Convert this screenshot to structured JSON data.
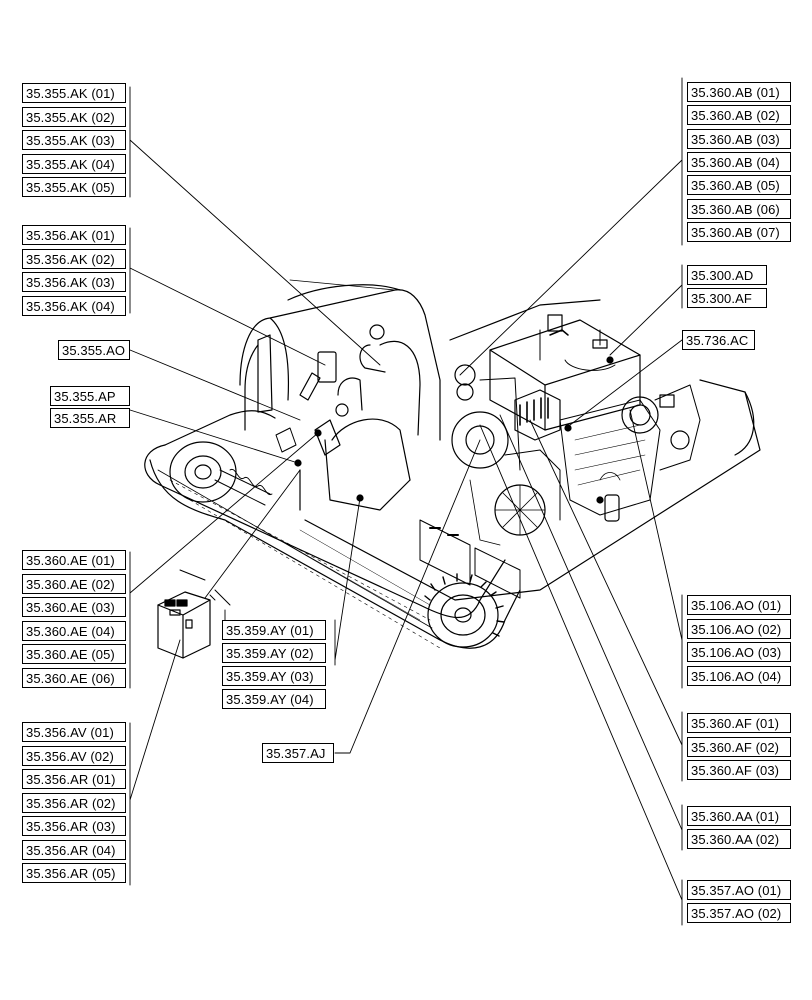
{
  "groups": [
    {
      "id": "g-355ak",
      "items": [
        "35.355.AK (01)",
        "35.355.AK (02)",
        "35.355.AK (03)",
        "35.355.AK (04)",
        "35.355.AK (05)"
      ]
    },
    {
      "id": "g-356ak",
      "items": [
        "35.356.AK (01)",
        "35.356.AK (02)",
        "35.356.AK (03)",
        "35.356.AK (04)"
      ]
    },
    {
      "id": "g-355ao",
      "items": [
        "35.355.AO"
      ]
    },
    {
      "id": "g-355ap",
      "items": [
        "35.355.AP",
        "35.355.AR"
      ]
    },
    {
      "id": "g-360ae",
      "items": [
        "35.360.AE (01)",
        "35.360.AE (02)",
        "35.360.AE (03)",
        "35.360.AE (04)",
        "35.360.AE (05)",
        "35.360.AE (06)"
      ]
    },
    {
      "id": "g-356av",
      "items": [
        "35.356.AV (01)",
        "35.356.AV (02)",
        "35.356.AR (01)",
        "35.356.AR (02)",
        "35.356.AR (03)",
        "35.356.AR (04)",
        "35.356.AR (05)"
      ]
    },
    {
      "id": "g-359ay",
      "items": [
        "35.359.AY (01)",
        "35.359.AY (02)",
        "35.359.AY (03)",
        "35.359.AY (04)"
      ]
    },
    {
      "id": "g-357aj",
      "items": [
        "35.357.AJ"
      ]
    },
    {
      "id": "g-360ab",
      "items": [
        "35.360.AB (01)",
        "35.360.AB (02)",
        "35.360.AB (03)",
        "35.360.AB (04)",
        "35.360.AB (05)",
        "35.360.AB (06)",
        "35.360.AB (07)"
      ]
    },
    {
      "id": "g-300ad",
      "items": [
        "35.300.AD",
        "35.300.AF"
      ]
    },
    {
      "id": "g-736ac",
      "items": [
        "35.736.AC"
      ]
    },
    {
      "id": "g-106ao",
      "items": [
        "35.106.AO (01)",
        "35.106.AO (02)",
        "35.106.AO (03)",
        "35.106.AO (04)"
      ]
    },
    {
      "id": "g-360af",
      "items": [
        "35.360.AF (01)",
        "35.360.AF (02)",
        "35.360.AF (03)"
      ]
    },
    {
      "id": "g-360aa",
      "items": [
        "35.360.AA (01)",
        "35.360.AA (02)"
      ]
    },
    {
      "id": "g-357ao",
      "items": [
        "35.357.AO (01)",
        "35.357.AO (02)"
      ]
    }
  ]
}
